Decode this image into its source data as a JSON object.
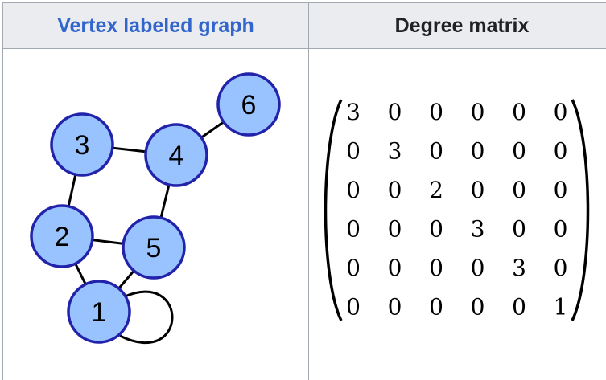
{
  "table": {
    "left_header": "Vertex labeled graph",
    "right_header": "Degree matrix"
  },
  "graph": {
    "node_fill": "#99c3ff",
    "node_stroke": "#2222aa",
    "nodes": [
      {
        "id": "1",
        "label": "1"
      },
      {
        "id": "2",
        "label": "2"
      },
      {
        "id": "3",
        "label": "3"
      },
      {
        "id": "4",
        "label": "4"
      },
      {
        "id": "5",
        "label": "5"
      },
      {
        "id": "6",
        "label": "6"
      }
    ],
    "edges": [
      [
        "1",
        "1"
      ],
      [
        "1",
        "2"
      ],
      [
        "1",
        "5"
      ],
      [
        "2",
        "3"
      ],
      [
        "2",
        "5"
      ],
      [
        "3",
        "4"
      ],
      [
        "4",
        "5"
      ],
      [
        "4",
        "6"
      ]
    ]
  },
  "matrix": [
    [
      "3",
      "0",
      "0",
      "0",
      "0",
      "0"
    ],
    [
      "0",
      "3",
      "0",
      "0",
      "0",
      "0"
    ],
    [
      "0",
      "0",
      "2",
      "0",
      "0",
      "0"
    ],
    [
      "0",
      "0",
      "0",
      "3",
      "0",
      "0"
    ],
    [
      "0",
      "0",
      "0",
      "0",
      "3",
      "0"
    ],
    [
      "0",
      "0",
      "0",
      "0",
      "0",
      "1"
    ]
  ]
}
